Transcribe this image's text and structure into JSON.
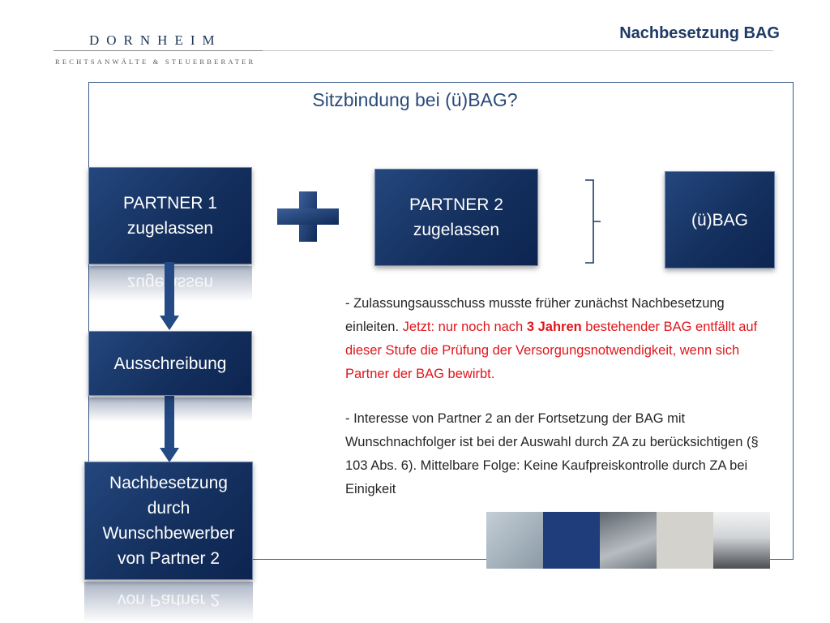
{
  "header": {
    "logo_name": "DORNHEIM",
    "logo_tagline": "RECHTSANWÄLTE & STEUERBERATER",
    "title": "Nachbesetzung BAG"
  },
  "slide": {
    "title": "Sitzbindung bei (ü)BAG?",
    "partner1": [
      "PARTNER 1",
      "zugelassen"
    ],
    "partner2": [
      "PARTNER 2",
      "zugelassen"
    ],
    "ubag": "(ü)BAG",
    "ausschreibung": "Ausschreibung",
    "nachbesetzung": [
      "Nachbesetzung",
      "durch",
      "Wunschbewerber",
      "von Partner 2"
    ],
    "reflection_partner1": "zugelassen",
    "reflection_nachbesetzung": "von Partner 2"
  },
  "text": {
    "p1_line1": "- Zulassungsausschuss musste früher  zunächst Nachbesetzung",
    "p1_line2_start": "einleiten. ",
    "p1_red_a": "Jetzt: nur noch nach ",
    "p1_red_bold": "3 Jahren",
    "p1_red_b": " bestehender BAG entfällt auf dieser Stufe die Prüfung der Versorgungsnotwendigkeit, wenn sich Partner der BAG bewirbt.",
    "p2": "- Interesse von Partner 2 an der Fortsetzung der BAG mit Wunschnachfolger ist bei der Auswahl durch ZA zu berücksichtigen (§ 103 Abs. 6). Mittelbare Folge: Keine Kaufpreiskontrolle  durch ZA bei Einigkeit"
  },
  "colors": {
    "box_blue": "#14305e",
    "accent_red": "#e0151b",
    "title_blue": "#1e3a66"
  },
  "image_strip": [
    {
      "name": "dornheim-letterhead",
      "color": "#a9b6c0"
    },
    {
      "name": "blue-panel",
      "color": "#1f3d7a"
    },
    {
      "name": "law-text-photo",
      "color": "#8f98a0"
    },
    {
      "name": "grey-panel",
      "color": "#d4d2cc"
    },
    {
      "name": "office-binders-photo",
      "color": "#8a8e92"
    }
  ]
}
